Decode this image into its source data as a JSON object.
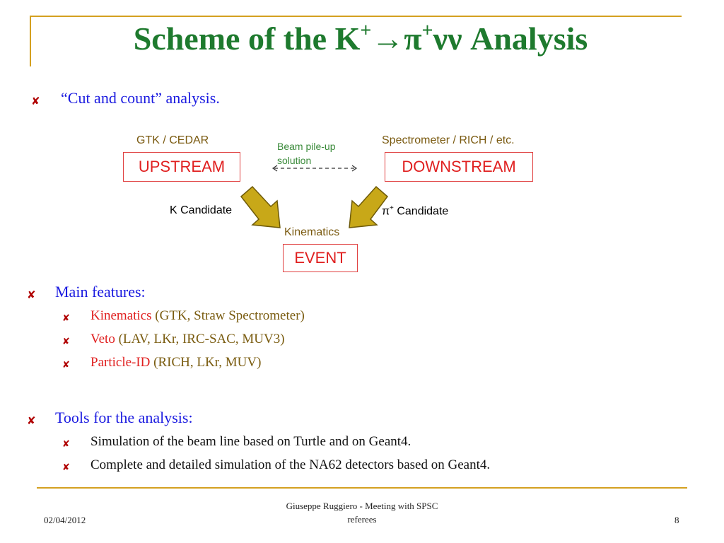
{
  "slide": {
    "title_prefix": "Scheme of the K",
    "title_sup1": "+",
    "title_arrow": "→",
    "title_pi": "π",
    "title_sup2": "+",
    "title_nunu": "νν",
    "title_suffix": " Analysis",
    "bullet1": "“Cut and count” analysis.",
    "bullet2": "Main features:",
    "bullet2_items": [
      {
        "label": "Kinematics",
        "detail": " (GTK, Straw Spectrometer)"
      },
      {
        "label": "Veto",
        "detail": " (LAV, LKr, IRC-SAC, MUV3)"
      },
      {
        "label": "Particle-ID",
        "detail": " (RICH, LKr, MUV)"
      }
    ],
    "bullet3": "Tools for the analysis:",
    "bullet3_items": [
      "Simulation of the beam line based on Turtle and on Geant4.",
      "Complete and detailed simulation of the NA62 detectors based on Geant4."
    ]
  },
  "diagram": {
    "upstream_header": "GTK / CEDAR",
    "upstream_box": "UPSTREAM",
    "downstream_header": "Spectrometer / RICH / etc.",
    "downstream_box": "DOWNSTREAM",
    "pileup_line1": "Beam pile-up",
    "pileup_line2": "solution",
    "k_candidate": "K Candidate",
    "pi_symbol": "π",
    "pi_sup": "+",
    "pi_candidate": " Candidate",
    "kinematics": "Kinematics",
    "event_box": "EVENT"
  },
  "footer": {
    "date": "02/04/2012",
    "center_line1": "Giuseppe Ruggiero - Meeting with SPSC",
    "center_line2": "referees",
    "page": "8"
  },
  "colors": {
    "title": "#1e7a2e",
    "accent_line": "#d4a020",
    "bullet": "#b00000",
    "heading_blue": "#1a1ae0",
    "highlight_red": "#e02020",
    "arrow_fill": "#c8a818"
  },
  "icons": {
    "bullet": "cross-mark-icon"
  }
}
